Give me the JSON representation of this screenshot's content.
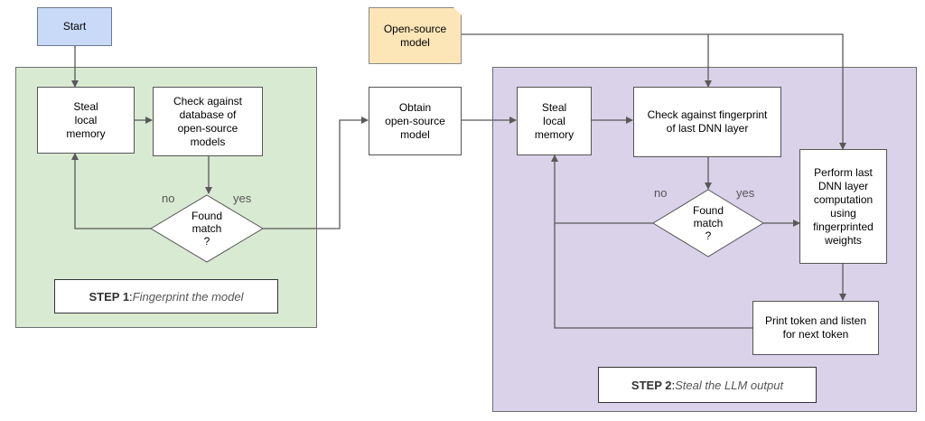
{
  "nodes": {
    "start": "Start",
    "opensource": "Open-source\nmodel",
    "steal1": "Steal\nlocal\nmemory",
    "check_db": "Check against\ndatabase of\nopen-source\nmodels",
    "found1": "Found\nmatch\n?",
    "obtain": "Obtain\nopen-source\nmodel",
    "steal2": "Steal\nlocal\nmemory",
    "check_fp": "Check against fingerprint\nof last DNN layer",
    "found2": "Found\nmatch\n?",
    "perform": "Perform last\nDNN layer\ncomputation\nusing\nfingerprinted\nweights",
    "print": "Print token and listen\nfor next token"
  },
  "labels": {
    "no1": "no",
    "yes1": "yes",
    "no2": "no",
    "yes2": "yes"
  },
  "steps": {
    "step1_num": "STEP 1",
    "step1_sep": ": ",
    "step1_text": "Fingerprint the model",
    "step2_num": "STEP 2",
    "step2_sep": ": ",
    "step2_text": "Steal the LLM output"
  },
  "colors": {
    "step1_region": "#d9ead3",
    "step2_region": "#d9d2e9",
    "start_fill": "#c9daf8",
    "source_fill": "#fce5b7",
    "line": "#595959"
  }
}
